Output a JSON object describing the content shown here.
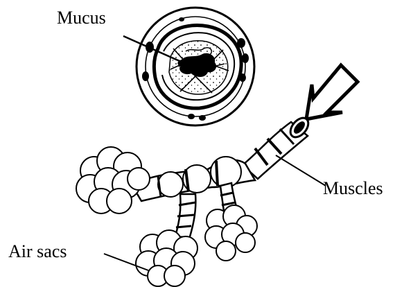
{
  "labels": {
    "mucus": "Mucus",
    "muscles": "Muscles",
    "air_sacs": "Air sacs"
  },
  "colors": {
    "ink": "#000000",
    "paper": "#ffffff"
  }
}
